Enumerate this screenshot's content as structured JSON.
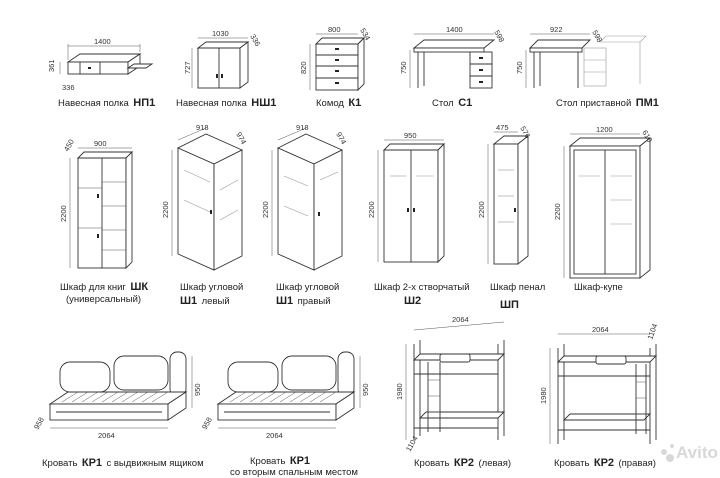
{
  "watermark": "Avito",
  "items": [
    {
      "dims": [
        "1400",
        "361",
        "336"
      ],
      "caption": "Навесная полка",
      "code": "НП1"
    },
    {
      "dims": [
        "1030",
        "727",
        "336"
      ],
      "caption": "Навесная полка",
      "code": "НШ1"
    },
    {
      "dims": [
        "800",
        "534",
        "820"
      ],
      "caption": "Комод",
      "code": "К1"
    },
    {
      "dims": [
        "1400",
        "598",
        "750"
      ],
      "caption": "Стол",
      "code": "С1"
    },
    {
      "dims": [
        "922",
        "598",
        "750"
      ],
      "caption": "Стол приставной",
      "code": "ПМ1"
    },
    {
      "dims": [
        "900",
        "450",
        "2200"
      ],
      "caption": "Шкаф для книг",
      "code": "ШК",
      "caption2": "(универсальный)"
    },
    {
      "dims": [
        "918",
        "974",
        "2200"
      ],
      "caption": "Шкаф угловой",
      "code": "Ш1",
      "suffix": "левый"
    },
    {
      "dims": [
        "918",
        "974",
        "2200"
      ],
      "caption": "Шкаф угловой",
      "code": "Ш1",
      "suffix": "правый"
    },
    {
      "dims": [
        "950",
        "2200"
      ],
      "caption": "Шкаф 2-х створчатый",
      "code": "Ш2"
    },
    {
      "dims": [
        "475",
        "576",
        "2200"
      ],
      "caption": "Шкаф пенал",
      "code": "ШП"
    },
    {
      "dims": [
        "1200",
        "610",
        "2200"
      ],
      "caption": "Шкаф-купе"
    },
    {
      "dims": [
        "2064",
        "950",
        "958"
      ],
      "caption": "Кровать",
      "code": "КР1",
      "suffix": "с выдвижным ящиком"
    },
    {
      "dims": [
        "2064",
        "950",
        "958"
      ],
      "caption": "Кровать",
      "code": "КР1",
      "caption2": "со вторым спальным местом"
    },
    {
      "dims": [
        "2064",
        "1980",
        "1104"
      ],
      "caption": "Кровать",
      "code": "КР2",
      "suffix": "(левая)"
    },
    {
      "dims": [
        "2064",
        "1980",
        "1104"
      ],
      "caption": "Кровать",
      "code": "КР2",
      "suffix": "(правая)"
    }
  ]
}
